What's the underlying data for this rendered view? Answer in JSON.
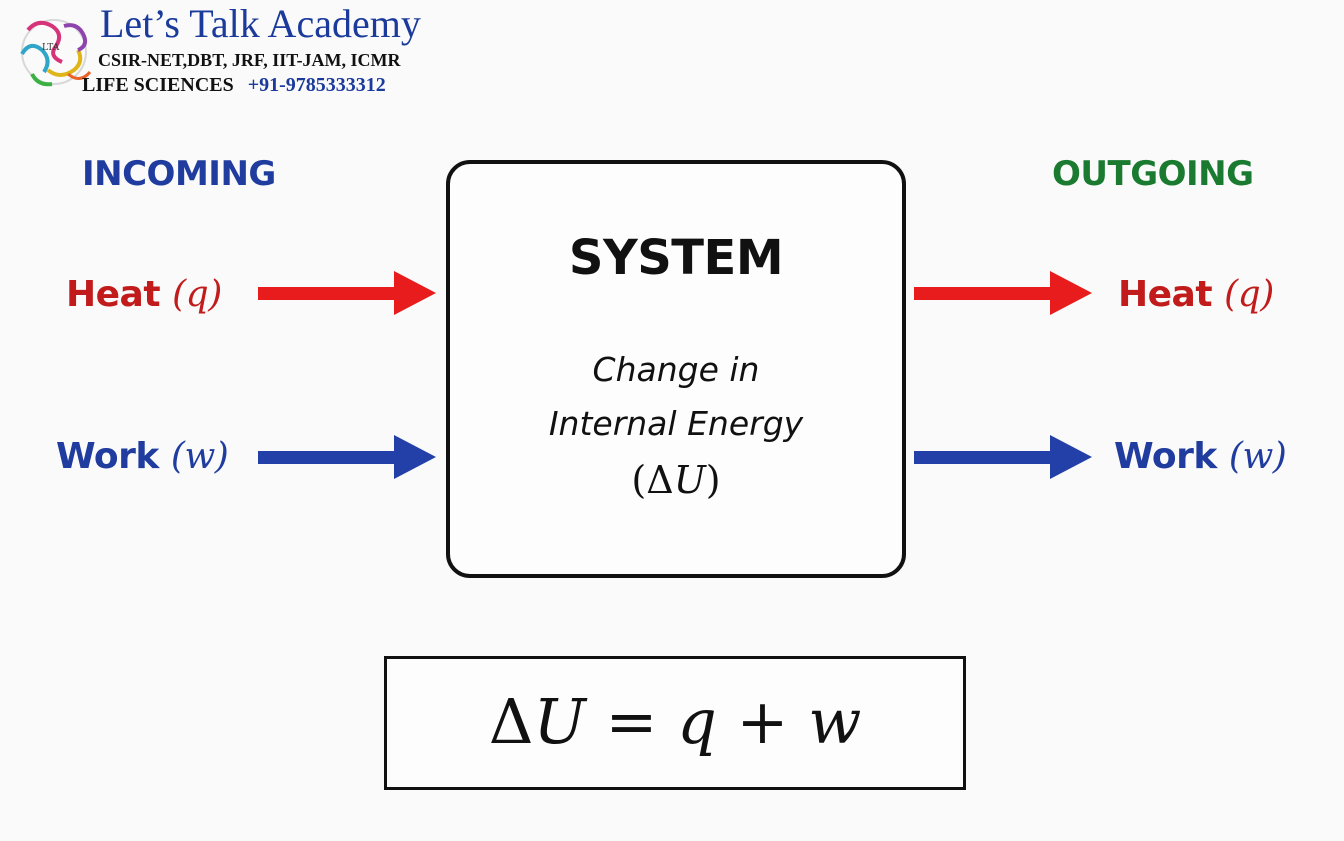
{
  "branding": {
    "title": "Let’s Talk Academy",
    "exams": "CSIR-NET,DBT, JRF, IIT-JAM, ICMR",
    "subject": "LIFE SCIENCES",
    "phone": "+91-9785333312",
    "logo_text": "LTA"
  },
  "diagram": {
    "incoming_heading": "INCOMING",
    "outgoing_heading": "OUTGOING",
    "incoming": [
      {
        "label": "Heat",
        "symbol": "q",
        "color": "#c11b1b"
      },
      {
        "label": "Work",
        "symbol": "w",
        "color": "#1f3c9e"
      }
    ],
    "outgoing": [
      {
        "label": "Heat",
        "symbol": "q",
        "color": "#c11b1b"
      },
      {
        "label": "Work",
        "symbol": "w",
        "color": "#1f3c9e"
      }
    ],
    "system": {
      "title": "SYSTEM",
      "desc_line1": "Change in",
      "desc_line2": "Internal Energy",
      "delta": "Δ",
      "var": "U"
    },
    "equation": {
      "delta": "Δ",
      "lhs_var": "U",
      "equals": "=",
      "q": "q",
      "plus": "+",
      "w": "w"
    }
  },
  "colors": {
    "heat_red": "#e81c1c",
    "work_blue": "#2340a8",
    "incoming_blue": "#1f3c9e",
    "outgoing_green": "#1a7a30"
  }
}
